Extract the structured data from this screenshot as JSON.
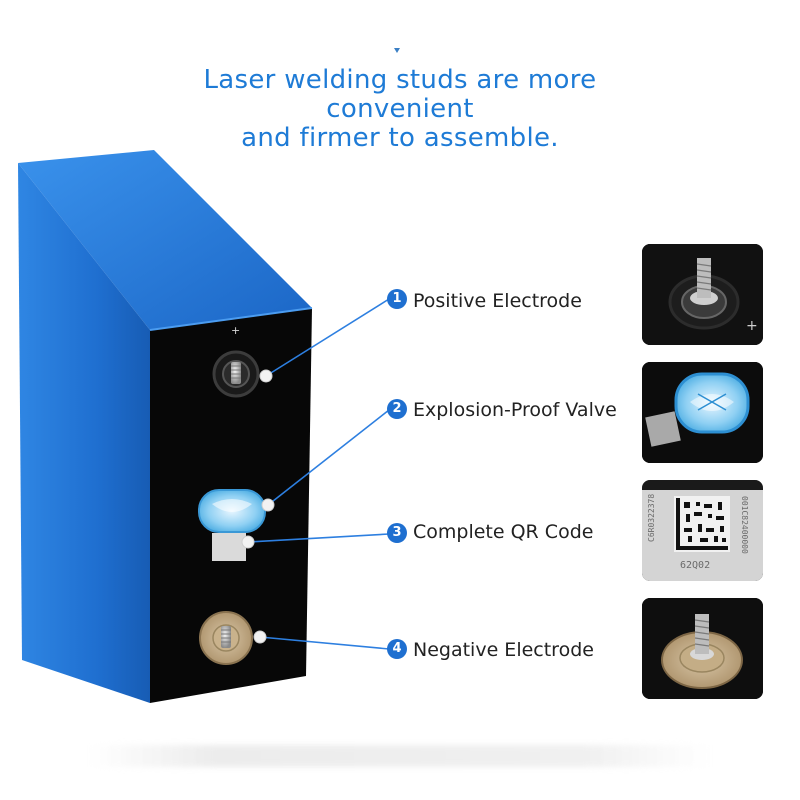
{
  "headline": {
    "line1": "Laser welding studs are more",
    "line2": "convenient",
    "line3": "and firmer to assemble."
  },
  "callouts": [
    {
      "number": "1",
      "label": "Positive Electrode",
      "icon": "positive-terminal-icon"
    },
    {
      "number": "2",
      "label": "Explosion-Proof Valve",
      "icon": "valve-icon"
    },
    {
      "number": "3",
      "label": "Complete QR Code",
      "icon": "qr-code-icon"
    },
    {
      "number": "4",
      "label": "Negative Electrode",
      "icon": "negative-terminal-icon"
    }
  ],
  "battery": {
    "terminal_mark": "+"
  },
  "qr_thumb": {
    "code1": "001C82400000",
    "code2": "C6R0322378",
    "code3": "62Q02"
  },
  "colors": {
    "headline": "#1e7bd6",
    "battery_blue": "#1f6fd0",
    "badge": "#1e6fd0",
    "battery_face": "#070707"
  }
}
